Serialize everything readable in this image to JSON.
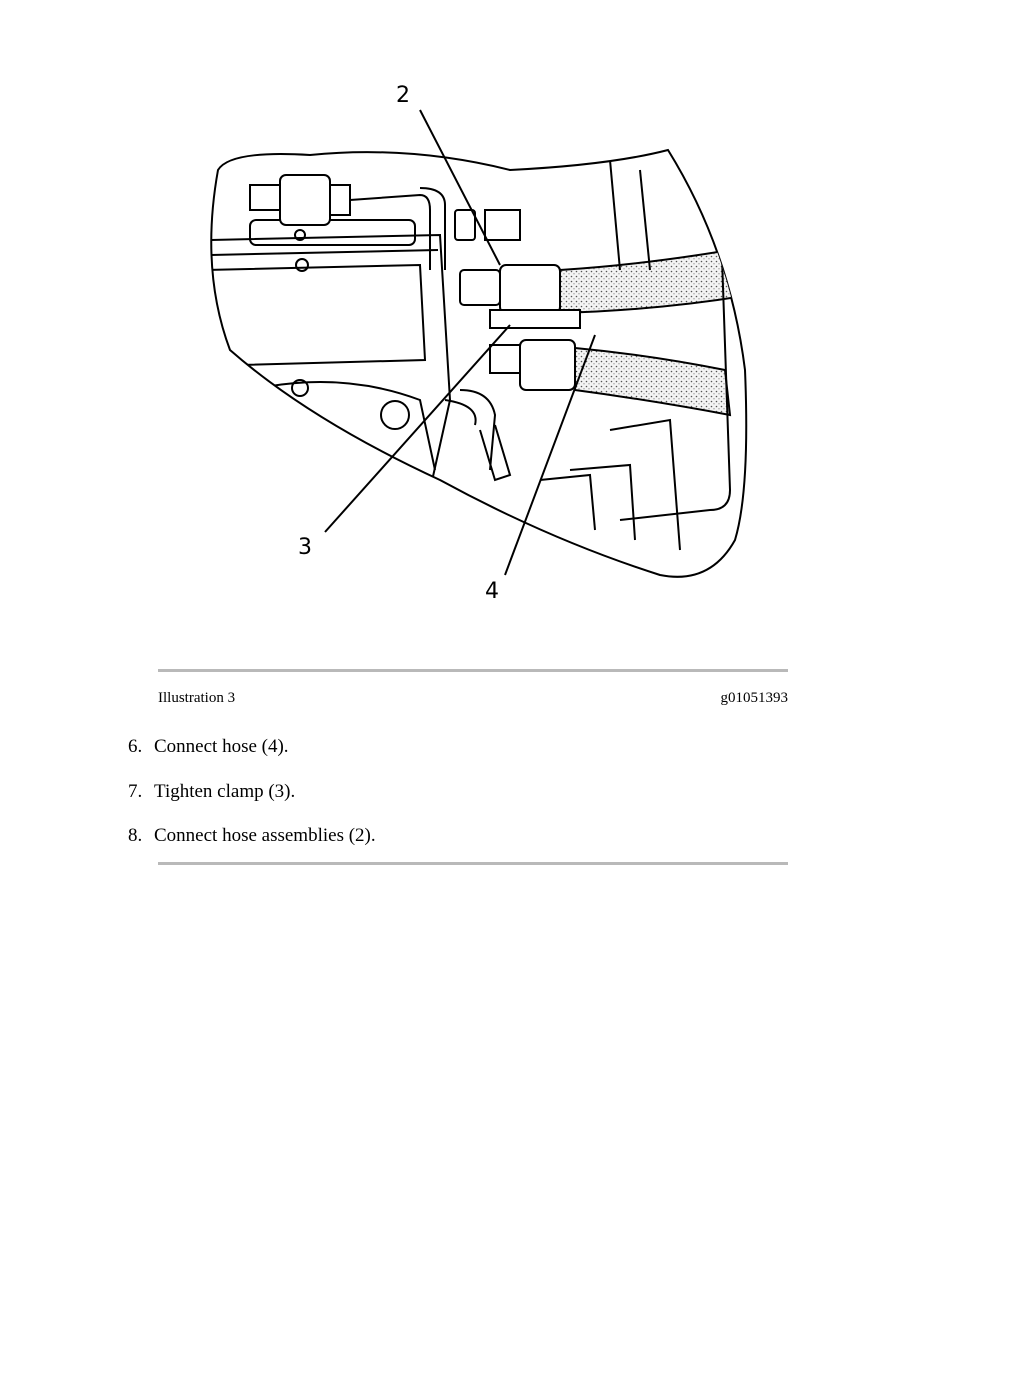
{
  "figure": {
    "callouts": [
      "2",
      "3",
      "4"
    ]
  },
  "caption": {
    "label": "Illustration 3",
    "code": "g01051393"
  },
  "steps": [
    {
      "number": "6.",
      "text": "Connect hose (4)."
    },
    {
      "number": "7.",
      "text": "Tighten clamp (3)."
    },
    {
      "number": "8.",
      "text": "Connect hose assemblies (2)."
    }
  ]
}
